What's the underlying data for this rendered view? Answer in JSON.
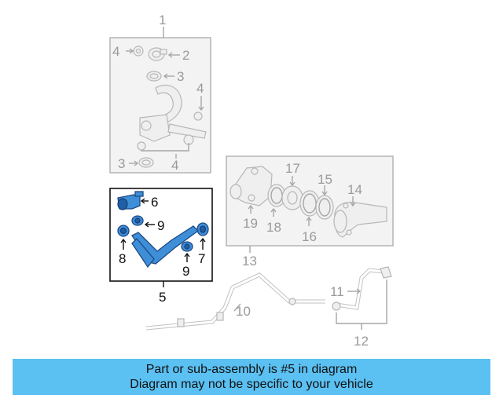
{
  "callouts": {
    "c1": "1",
    "c2": "2",
    "c3a": "3",
    "c3b": "3",
    "c4a": "4",
    "c4b": "4",
    "c4c": "4",
    "c5": "5",
    "c6": "6",
    "c7": "7",
    "c8": "8",
    "c9a": "9",
    "c9b": "9",
    "c10": "10",
    "c11": "11",
    "c12": "12",
    "c13": "13",
    "c14": "14",
    "c15": "15",
    "c16": "16",
    "c17": "17",
    "c18": "18",
    "c19": "19"
  },
  "banner": {
    "line1": "Part or sub-assembly is #5 in diagram",
    "line2": "Diagram may not be specific to your vehicle"
  },
  "colors": {
    "highlight": "#3f8ed8",
    "banner": "#5bc0f2"
  }
}
